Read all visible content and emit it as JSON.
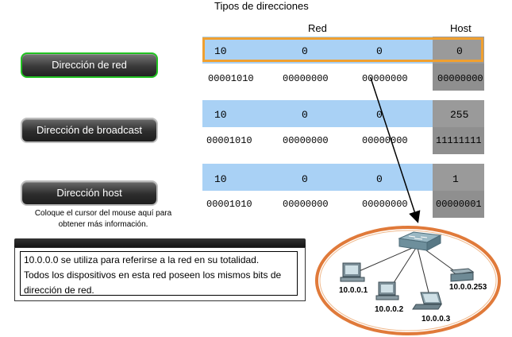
{
  "title": "Tipos de direcciones",
  "headers": {
    "red": "Red",
    "host": "Host"
  },
  "buttons": [
    {
      "label": "Dirección de red",
      "active": true
    },
    {
      "label": "Dirección de broadcast",
      "active": false
    },
    {
      "label": "Dirección host",
      "active": false
    }
  ],
  "hint": "Coloque el cursor del mouse aquí para obtener más información.",
  "tables": [
    {
      "decimal": [
        "10",
        "0",
        "0",
        "0"
      ],
      "binary": [
        "00001010",
        "00000000",
        "00000000",
        "00000000"
      ]
    },
    {
      "decimal": [
        "10",
        "0",
        "0",
        "255"
      ],
      "binary": [
        "00001010",
        "00000000",
        "00000000",
        "11111111"
      ]
    },
    {
      "decimal": [
        "10",
        "0",
        "0",
        "1"
      ],
      "binary": [
        "00001010",
        "00000000",
        "00000000",
        "00000001"
      ]
    }
  ],
  "info": {
    "line1": "10.0.0.0 se utiliza para referirse a la red en su totalidad.",
    "line2": "Todos los dispositivos en esta red poseen los mismos bits de",
    "line3": "dirección de red."
  },
  "network": {
    "hosts": [
      "10.0.0.1",
      "10.0.0.2",
      "10.0.0.3",
      "10.0.0.253"
    ]
  },
  "colors": {
    "row_top": "#a9d1f5",
    "host_cell": "#9a9a9a",
    "highlight": "#f0a030",
    "ellipse": "#e07a3a",
    "active_border": "#22c222"
  }
}
